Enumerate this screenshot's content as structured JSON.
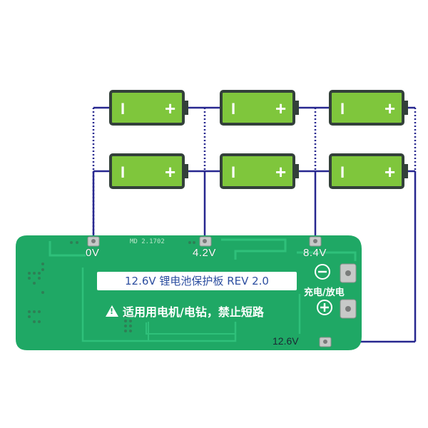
{
  "pad_labels": [
    "0V",
    "4.2V",
    "8.4V",
    "12.6V"
  ],
  "board_title": "12.6V 锂电池保护板 REV 2.0",
  "warning_text": "适用用电机/电钻，禁止短路",
  "charge_discharge_label": "充电/放电",
  "minus_symbol": "−",
  "plus_symbol": "+",
  "board_silkscreen": "MD 2.1702",
  "cell_terminal_negative": "I",
  "cell_terminal_positive": "+",
  "colors": {
    "wire": "#27278f",
    "cell_fill": "#7fc63c",
    "cell_border": "#33403a",
    "pcb": "#1fa865",
    "pcb_trace": "#2fc07a",
    "pad": "#c7c9c8"
  },
  "icons": [
    "warning-triangle-icon",
    "minus-circle-icon",
    "plus-circle-icon"
  ]
}
